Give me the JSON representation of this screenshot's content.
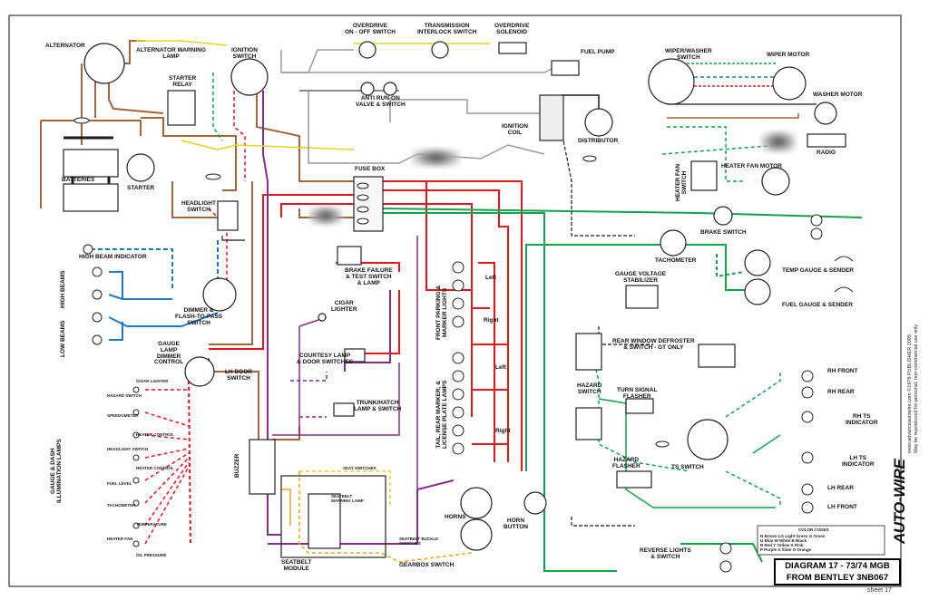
{
  "title": {
    "line1": "DIAGRAM 17 - 73/74 MGB",
    "line2": "FROM BENTLEY 3NB067"
  },
  "sheet": "sheet 17",
  "brand": "AUTO-WIRE",
  "credit": {
    "line1": "www.advanceautowire.com  ©1978 PUBLISHER  2005",
    "line2": "May be reproduced for personal, non-commercial use only"
  },
  "colors": {
    "red": "#e4161b",
    "green": "#12a24c",
    "blue": "#1e79c9",
    "brown": "#a5643a",
    "purple": "#8b2a8e",
    "orange": "#f2a21a",
    "yellow": "#e8d21b",
    "grey": "#9a9a9a",
    "black": "#1a1a1a"
  },
  "components": {
    "alternator": "ALTERNATOR",
    "alt_warning": "ALTERNATOR WARNING\nLAMP",
    "ignition_switch": "IGNITION\nSWITCH",
    "overdrive_switch": "OVERDRIVE\nON - OFF SWITCH",
    "transmission_switch": "TRANSMISSION\nINTERLOCK SWITCH",
    "overdrive_solenoid": "OVERDRIVE\nSOLENOID",
    "fuel_pump": "FUEL PUMP",
    "starter_relay": "STARTER\nRELAY",
    "anti_runon": "ANTI RUN-ON\nVALVE & SWITCH",
    "ignition_coil": "IGNITION\nCOIL",
    "distributor": "DISTRIBUTOR",
    "wiper_switch": "WIPER/WASHER\nSWITCH",
    "wiper_motor": "WIPER MOTOR",
    "washer_motor": "WASHER MOTOR",
    "radio": "RADIO",
    "heater_fan_motor": "HEATER FAN MOTOR",
    "heater_fan_switch": "HEATER FAN\nSWITCH",
    "batteries": "BATTERIES",
    "starter": "STARTER",
    "fuse_box": "FUSE BOX",
    "headlight_switch": "HEADLIGHT\nSWITCH",
    "high_beam_indicator": "HIGH BEAM INDICATOR",
    "high_beams": "HIGH BEAMS",
    "low_beams": "LOW BEAMS",
    "dimmer": "DIMMER &\nFLASH-TO-PASS\nSWITCH",
    "brake_failure": "BRAKE FAILURE\n& TEST SWITCH\n& LAMP",
    "cigar_lighter": "CIGAR\nLIGHTER",
    "courtesy": "COURTESY LAMP\n& DOOR SWITCHES",
    "trunk": "TRUNK/HATCH\nLAMP & SWITCH",
    "gauge_dimmer": "GAUGE\nLAMP\nDIMMER\nCONTROL",
    "lh_door": "LH DOOR\nSWITCH",
    "buzzer": "BUZZER",
    "gauge_lamps": "GAUGE & DASH\nILLUMINATION LAMPS",
    "front_parking": "FRONT PARKING &\nMARKER LIGHTS",
    "tail_rear": "TAIL, REAR MARKER, &\nLICENSE PLATE LAMPS",
    "horns": "HORNS",
    "horn_button": "HORN\nBUTTON",
    "seatbelt_module": "SEATBELT\nMODULE",
    "gearbox_switch": "GEARBOX SWITCH",
    "seat_switches": "SEAT SWITCHES",
    "seatbelt_warning": "SEATBELT\nWARNING LAMP",
    "seatbelt_buckle": "SEATBELT BUCKLE\nSWITCHES",
    "brake_switch": "BRAKE SWITCH",
    "tachometer": "TACHOMETER",
    "voltage_stabilizer": "GAUGE VOLTAGE\nSTABILIZER",
    "temp_gauge": "TEMP GAUGE & SENDER",
    "fuel_gauge": "FUEL GAUGE & SENDER",
    "rear_defroster": "REAR WINDOW DEFROSTER\n& SWITCH - GT ONLY",
    "hazard_switch": "HAZARD\nSWITCH",
    "turn_flasher": "TURN SIGNAL\nFLASHER",
    "hazard_flasher": "HAZARD\nFLASHER",
    "ts_switch": "TS SWITCH",
    "rh_front": "RH FRONT",
    "rh_rear": "RH REAR",
    "rh_ts": "RH TS\nINDICATOR",
    "lh_ts": "LH TS\nINDICATOR",
    "lh_rear": "LH REAR",
    "lh_front": "LH FRONT",
    "reverse": "REVERSE LIGHTS\n& SWITCH",
    "left1": "Left",
    "right1": "Right",
    "left2": "Left",
    "right2": "Right"
  },
  "gauge_lamp_list": [
    "CIGAR LIGHTER",
    "HAZARD SWITCH",
    "SPEEDOMETER",
    "HEATER CONTROL",
    "HEADLIGHT SWITCH",
    "HEATER CONTROL",
    "FUEL LEVEL",
    "TACHOMETER",
    "TEMPERATURE",
    "HEATER FAN",
    "OIL PRESSURE"
  ],
  "color_codes": {
    "heading": "COLOR CODES",
    "rows": [
      "N Brown  LG Light Green  G Green",
      "U Blue   W White  B Black",
      "R Red    Y Yellow  K Pink",
      "P Purple  S Slate  O Orange"
    ]
  }
}
